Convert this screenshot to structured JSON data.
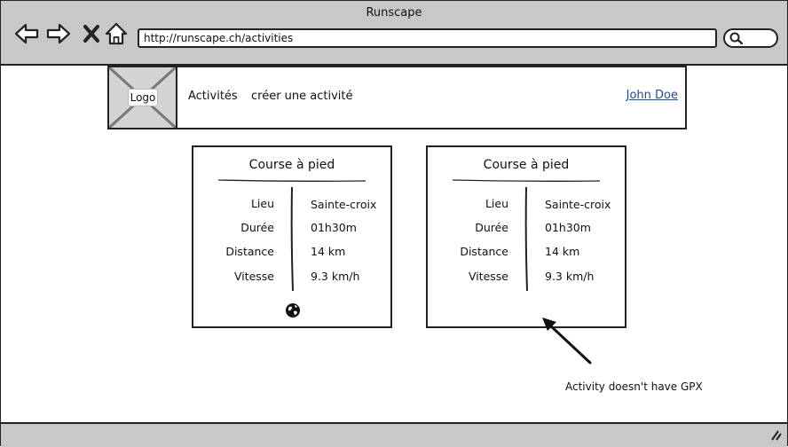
{
  "browser": {
    "title": "Runscape",
    "url": "http://runscape.ch/activities"
  },
  "header": {
    "logo_label": "Logo",
    "nav": [
      "Activités",
      "créer une activité"
    ],
    "user": "John Doe"
  },
  "cards": [
    {
      "title": "Course à pied",
      "rows": [
        {
          "label": "Lieu",
          "value": "Sainte-croix"
        },
        {
          "label": "Durée",
          "value": "01h30m"
        },
        {
          "label": "Distance",
          "value": "14 km"
        },
        {
          "label": "Vitesse",
          "value": "9.3 km/h"
        }
      ],
      "has_gpx_icon": true
    },
    {
      "title": "Course à pied",
      "rows": [
        {
          "label": "Lieu",
          "value": "Sainte-croix"
        },
        {
          "label": "Durée",
          "value": "01h30m"
        },
        {
          "label": "Distance",
          "value": "14 km"
        },
        {
          "label": "Vitesse",
          "value": "9.3 km/h"
        }
      ],
      "has_gpx_icon": false
    }
  ],
  "annotation": "Activity doesn't have GPX",
  "icons": [
    "back-icon",
    "forward-icon",
    "close-icon",
    "home-icon",
    "search-icon",
    "globe-icon",
    "resize-grip-icon"
  ]
}
